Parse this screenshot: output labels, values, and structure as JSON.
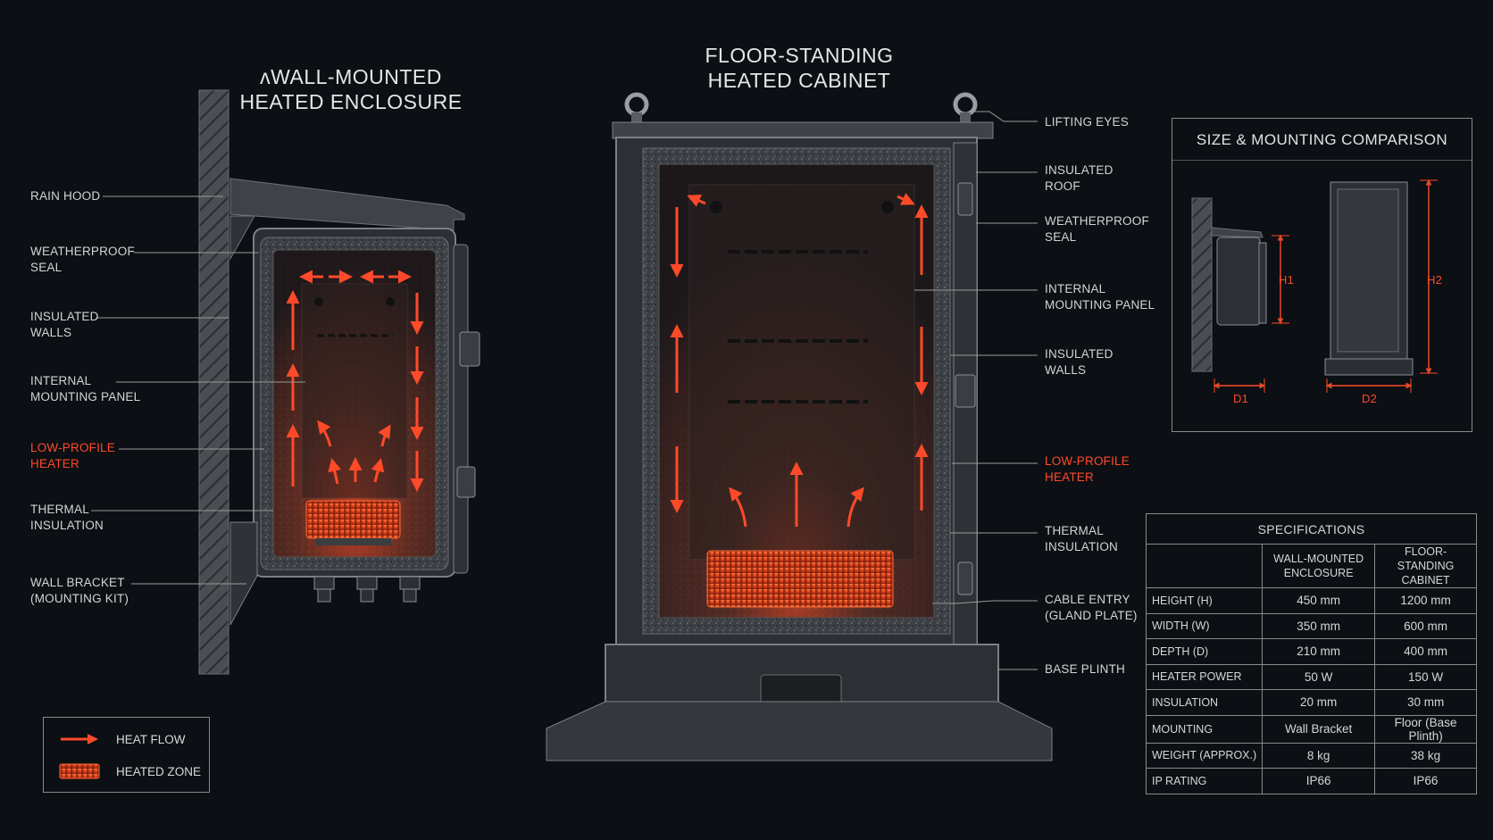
{
  "titles": {
    "wall": [
      "ᴧWALL-MOUNTED",
      "HEATED ENCLOSURE"
    ],
    "floor": [
      "FLOOR-STANDING",
      "HEATED CABINET"
    ]
  },
  "left_labels": [
    {
      "lines": [
        "RAIN HOOD"
      ],
      "highlight": false
    },
    {
      "lines": [
        "WEATHERPROOF",
        "SEAL"
      ],
      "highlight": false
    },
    {
      "lines": [
        "INSULATED",
        "WALLS"
      ],
      "highlight": false
    },
    {
      "lines": [
        "INTERNAL",
        "MOUNTING PANEL"
      ],
      "highlight": false
    },
    {
      "lines": [
        "LOW-PROFILE",
        "HEATER"
      ],
      "highlight": true
    },
    {
      "lines": [
        "THERMAL",
        "INSULATION"
      ],
      "highlight": false
    },
    {
      "lines": [
        "WALL BRACKET",
        "(MOUNTING KIT)"
      ],
      "highlight": false
    }
  ],
  "right_labels": [
    {
      "lines": [
        "LIFTING EYES"
      ],
      "highlight": false
    },
    {
      "lines": [
        "INSULATED",
        "ROOF"
      ],
      "highlight": false
    },
    {
      "lines": [
        "WEATHERPROOF",
        "SEAL"
      ],
      "highlight": false
    },
    {
      "lines": [
        "INTERNAL",
        "MOUNTING PANEL"
      ],
      "highlight": false
    },
    {
      "lines": [
        "INSULATED",
        "WALLS"
      ],
      "highlight": false
    },
    {
      "lines": [
        "LOW-PROFILE",
        "HEATER"
      ],
      "highlight": true
    },
    {
      "lines": [
        "THERMAL",
        "INSULATION"
      ],
      "highlight": false
    },
    {
      "lines": [
        "CABLE ENTRY",
        "(GLAND PLATE)"
      ],
      "highlight": false
    },
    {
      "lines": [
        "BASE PLINTH"
      ],
      "highlight": false
    }
  ],
  "legend": {
    "heat_flow": "HEAT FLOW",
    "heated_zone": "HEATED ZONE"
  },
  "comparison": {
    "title": "SIZE & MOUNTING COMPARISON",
    "h1": "H1",
    "h2": "H2",
    "d1": "D1",
    "d2": "D2"
  },
  "specs": {
    "title": "SPECIFICATIONS",
    "col_wall": [
      "WALL-MOUNTED",
      "ENCLOSURE"
    ],
    "col_floor": [
      "FLOOR-STANDING",
      "CABINET"
    ],
    "rows": [
      {
        "label": "HEIGHT (H)",
        "wall": "450 mm",
        "floor": "1200 mm"
      },
      {
        "label": "WIDTH (W)",
        "wall": "350 mm",
        "floor": "600 mm"
      },
      {
        "label": "DEPTH (D)",
        "wall": "210 mm",
        "floor": "400 mm"
      },
      {
        "label": "HEATER POWER",
        "wall": "50 W",
        "floor": "150 W"
      },
      {
        "label": "INSULATION",
        "wall": "20 mm",
        "floor": "30 mm"
      },
      {
        "label": "MOUNTING",
        "wall": "Wall Bracket",
        "floor": "Floor (Base Plinth)"
      },
      {
        "label": "WEIGHT (APPROX.)",
        "wall": "8 kg",
        "floor": "38 kg"
      },
      {
        "label": "IP RATING",
        "wall": "IP66",
        "floor": "IP66"
      }
    ]
  },
  "colors": {
    "accent": "#ff4a2a",
    "steel": "#3a3d42",
    "background": "#0c0f13",
    "line": "#8a8a8a"
  }
}
